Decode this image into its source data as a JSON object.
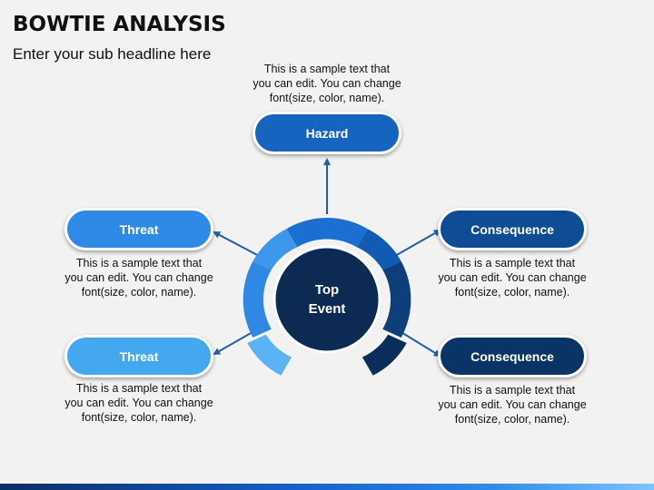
{
  "header": {
    "title": "BOWTIE ANALYSIS",
    "subtitle": "Enter your sub headline here"
  },
  "center": {
    "line1": "Top",
    "line2": "Event"
  },
  "hazard": {
    "label": "Hazard",
    "text": [
      "This is a sample text that",
      "you can edit. You can change",
      "font(size, color, name)."
    ]
  },
  "threats": [
    {
      "label": "Threat",
      "text": [
        "This is a sample text that",
        "you can edit. You can change",
        "font(size, color, name)."
      ]
    },
    {
      "label": "Threat",
      "text": [
        "This is a sample text that",
        "you can edit. You can change",
        "font(size, color, name)."
      ]
    }
  ],
  "consequences": [
    {
      "label": "Consequence",
      "text": [
        "This is a sample text that",
        "you can edit. You can change",
        "font(size, color, name)."
      ]
    },
    {
      "label": "Consequence",
      "text": [
        "This is a sample text that",
        "you can edit. You can change",
        "font(size, color, name)."
      ]
    }
  ],
  "colors": {
    "hazard": "#1565c0",
    "threat_top": "#2f8ae6",
    "threat_bottom": "#44a8f0",
    "consequence_top": "#0e4c96",
    "consequence_bottom": "#0b3466",
    "center": "#0c2a52",
    "arrow": "#1f5ea8"
  }
}
